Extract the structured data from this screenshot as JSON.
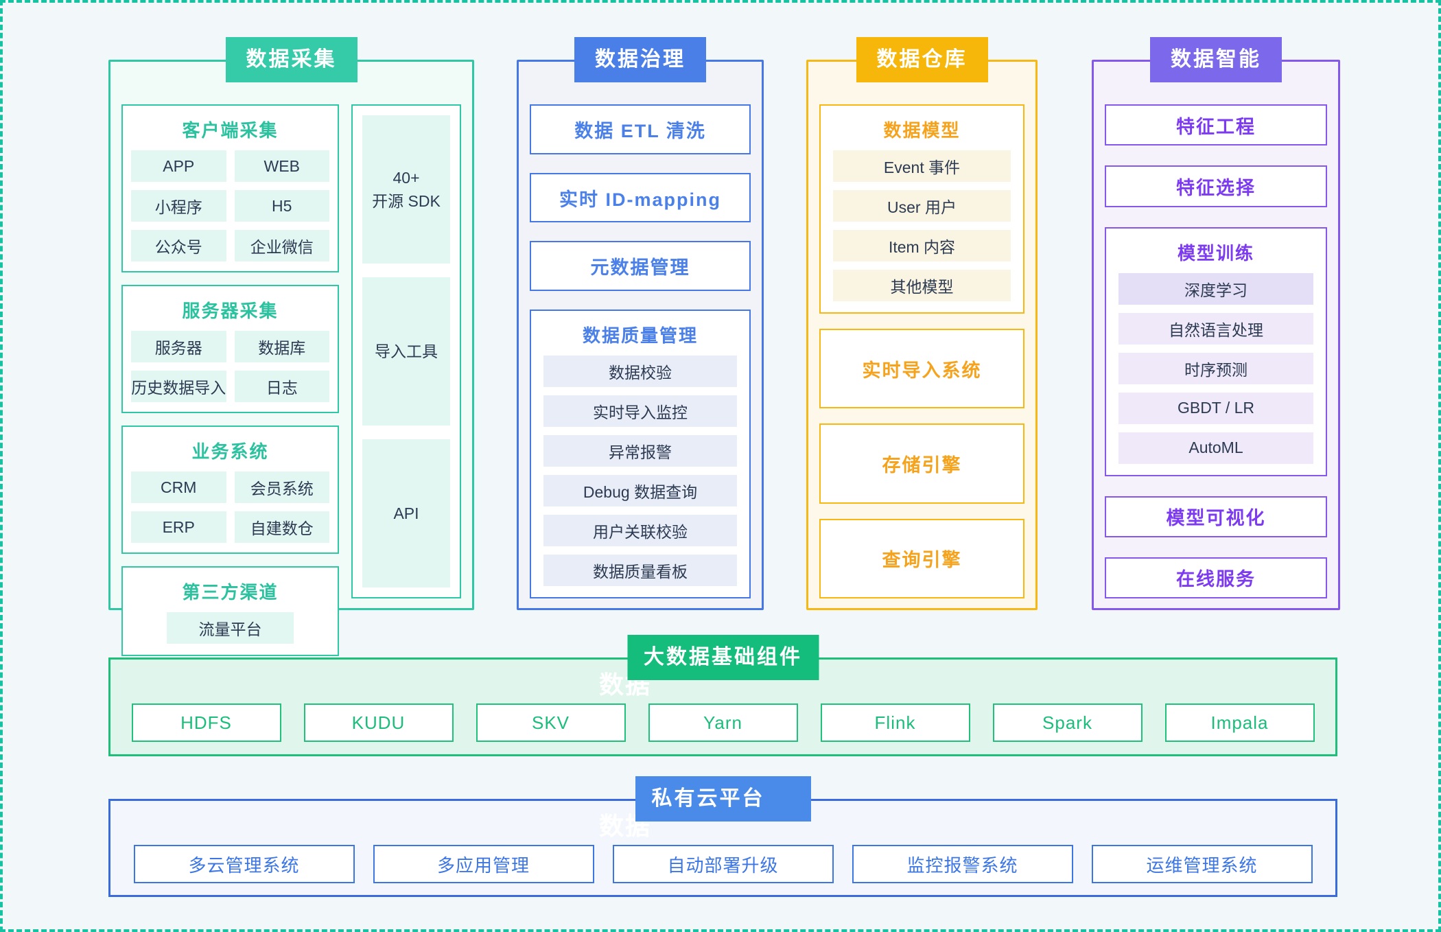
{
  "colors": {
    "teal": "#35cba8",
    "blue": "#4b7fe8",
    "yellow": "#f7b70a",
    "orange_text": "#f5a31d",
    "purple": "#7b68ea",
    "purple_text": "#7c3bf0",
    "green_band": "#14bd7c",
    "cloud_blue": "#4a8bea",
    "dark_text": "#2c3a52",
    "page_background": "#f2f7fa",
    "dashed_border": "#17c2a2"
  },
  "panels": {
    "collection": {
      "title": "数据采集",
      "client": {
        "title": "客户端采集",
        "items": [
          "APP",
          "WEB",
          "小程序",
          "H5",
          "公众号",
          "企业微信"
        ]
      },
      "server": {
        "title": "服务器采集",
        "items": [
          "服务器",
          "数据库",
          "历史数据导入",
          "日志"
        ]
      },
      "business": {
        "title": "业务系统",
        "items": [
          "CRM",
          "会员系统",
          "ERP",
          "自建数仓"
        ]
      },
      "thirdparty": {
        "title": "第三方渠道",
        "items": [
          "流量平台"
        ]
      },
      "tools": {
        "items": [
          "40+\n开源 SDK",
          "导入工具",
          "API"
        ]
      }
    },
    "governance": {
      "title": "数据治理",
      "boxes": [
        "数据 ETL 清洗",
        "实时 ID-mapping",
        "元数据管理"
      ],
      "quality": {
        "title": "数据质量管理",
        "items": [
          "数据校验",
          "实时导入监控",
          "异常报警",
          "Debug 数据查询",
          "用户关联校验",
          "数据质量看板"
        ]
      }
    },
    "warehouse": {
      "title": "数据仓库",
      "model": {
        "title": "数据模型",
        "items": [
          "Event 事件",
          "User 用户",
          "Item 内容",
          "其他模型"
        ]
      },
      "boxes": [
        "实时导入系统",
        "存储引擎",
        "查询引擎"
      ]
    },
    "intelligence": {
      "title": "数据智能",
      "boxes_top": [
        "特征工程",
        "特征选择"
      ],
      "training": {
        "title": "模型训练",
        "items": [
          "深度学习",
          "自然语言处理",
          "时序预测",
          "GBDT / LR",
          "AutoML"
        ]
      },
      "boxes_bottom": [
        "模型可视化",
        "在线服务"
      ]
    }
  },
  "bigdata_band": {
    "title": "大数据基础组件",
    "background_label": "数据",
    "items": [
      "HDFS",
      "KUDU",
      "SKV",
      "Yarn",
      "Flink",
      "Spark",
      "Impala"
    ]
  },
  "cloud_band": {
    "title": "私有云平台",
    "background_label": "数据",
    "items": [
      "多云管理系统",
      "多应用管理",
      "自动部署升级",
      "监控报警系统",
      "运维管理系统"
    ]
  }
}
